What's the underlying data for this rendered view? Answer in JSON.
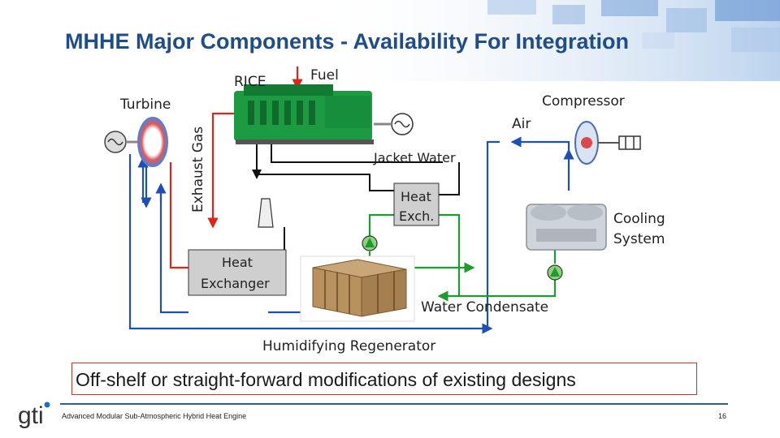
{
  "slide": {
    "title": "MHHE Major Components - Availability For Integration",
    "callout": "Off-shelf or straight-forward modifications of existing designs",
    "footer": "Advanced Modular Sub-Atmospheric Hybrid Heat Engine",
    "page_number": "16",
    "logo_text": "gti"
  },
  "diagram": {
    "labels": {
      "rice": "RICE",
      "fuel": "Fuel",
      "turbine": "Turbine",
      "exhaust_gas": "Exhaust Gas",
      "compressor": "Compressor",
      "air": "Air",
      "jacket_water": "Jacket Water",
      "heat_exch_line1": "Heat",
      "heat_exch_line2": "Exch.",
      "cooling_line1": "Cooling",
      "cooling_line2": "System",
      "heat_exchanger_line1": "Heat",
      "heat_exchanger_line2": "Exchanger",
      "water_condensate": "Water Condensate",
      "humidifying_regenerator": "Humidifying Regenerator"
    },
    "colors": {
      "exhaust_line": "#e0231b",
      "air_line": "#1e4fb5",
      "jacket_line": "#111111",
      "water_line": "#1e9b2e",
      "box_fill": "#cfcfcf",
      "title": "#1f4d8c"
    }
  }
}
